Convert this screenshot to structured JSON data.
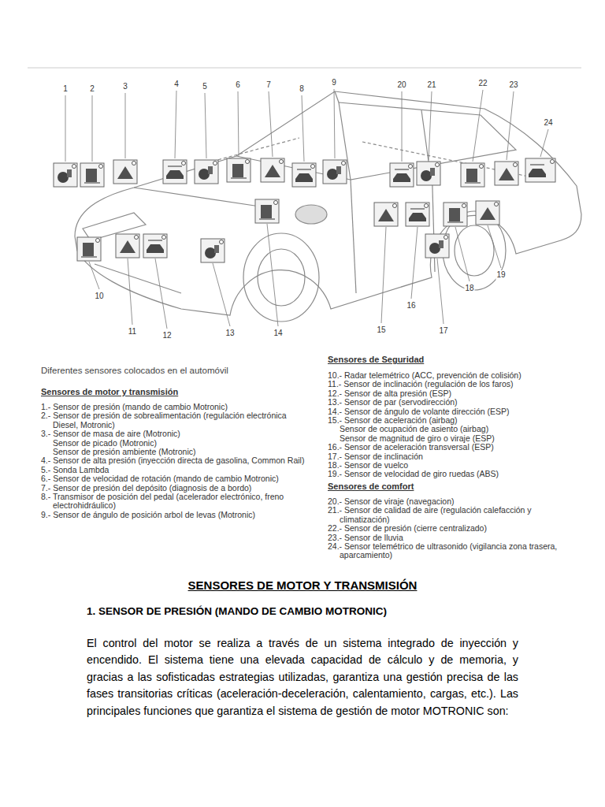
{
  "diagram": {
    "title": "SENSORES DE MOTOR Y TRANSMISIÓN",
    "caption": "Diferentes sensores colocados en el automóvil",
    "labels": [
      "1",
      "2",
      "3",
      "4",
      "5",
      "6",
      "7",
      "8",
      "9",
      "10",
      "11",
      "12",
      "13",
      "14",
      "15",
      "16",
      "17",
      "18",
      "19",
      "20",
      "21",
      "22",
      "23",
      "24",
      "Sensores de motor y transmisión",
      "1.- Sensor de presión (mando de cambio Motronic)",
      "2.- Sensor de presión de sobrealimentación (regulación electrónica Diesel, Motronic)",
      "3.- Sensor de masa de aire (Motronic)",
      "Sensor de picado (Motronic)",
      "Sensor de presión ambiente (Motronic)",
      "4.- Sensor de alta presión (inyección directa de gasolina, Common Rail)",
      "5.- Sonda Lambda",
      "6.- Sensor de velocidad de rotación (mando de cambio Motronic)",
      "7.- Sensor de presión del depósito (diagnosis de a bordo)",
      "8.- Transmisor de posición del pedal (acelerador electrónico, freno electrohidráulico)",
      "9.- Sensor de ángulo de posición arbol de levas (Motronic)",
      "Sensores de Seguridad",
      "10.- Radar telemétrico (ACC, prevención de colisión)",
      "11.- Sensor de inclinación (regulación de los faros)",
      "12.- Sensor de alta presión (ESP)",
      "13.- Sensor de par (servodirección)",
      "14.- Sensor de ángulo de volante dirección (ESP)",
      "15.- Sensor de aceleración (airbag)",
      "Sensor de ocupación de asiento (airbag)",
      "Sensor de magnitud de giro o viraje (ESP)",
      "16.- Sensor de aceleración transversal (ESP)",
      "17.- Sensor de inclinación",
      "18.- Sensor de vuelco",
      "19.- Sensor de velocidad de giro ruedas (ABS)",
      "Sensores de comfort",
      "20.- Sensor de viraje (navegacion)",
      "21.- Sensor de calidad de aire (regulación calefacción y climatización)",
      "22.- Sensor de presión (cierre centralizado)",
      "23.- Sensor de lluvia",
      "24.- Sensor telemétrico de ultrasonido (vigilancia zona trasera, aparcamiento)",
      "1. SENSOR DE PRESIÓN (MANDO DE CAMBIO MOTRONIC)",
      "El control del motor se realiza a través de un sistema integrado de inyección y encendido. El sistema tiene una elevada capacidad de cálculo y de memoria, y gracias a las sofisticadas estrategias utilizadas, garantiza una gestión precisa de las fases transitorias críticas (aceleración-deceleración, calentamiento, cargas, etc.). Las principales funciones que garantiza el sistema de gestión de motor MOTRONIC son:"
    ]
  }
}
